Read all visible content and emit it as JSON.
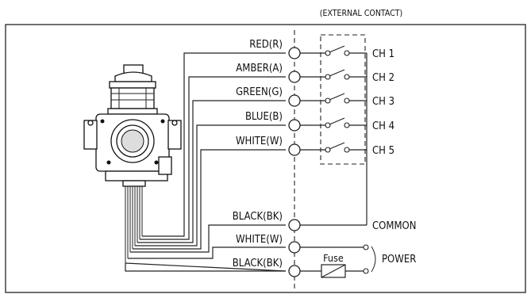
{
  "header": {
    "external_contact_label": "(EXTERNAL CONTACT)"
  },
  "wires": [
    {
      "label": "RED(R)"
    },
    {
      "label": "AMBER(A)"
    },
    {
      "label": "GREEN(G)"
    },
    {
      "label": "BLUE(B)"
    },
    {
      "label": "WHITE(W)"
    },
    {
      "label": "BLACK(BK)"
    },
    {
      "label": "WHITE(W)"
    },
    {
      "label": "BLACK(BK)"
    }
  ],
  "channels": [
    "CH 1",
    "CH 2",
    "CH 3",
    "CH 4",
    "CH 5"
  ],
  "common_label": "COMMON",
  "fuse_label": "Fuse",
  "power_label": "POWER",
  "colors": {
    "line": "#222222",
    "background": "#ffffff",
    "border": "#333333"
  }
}
